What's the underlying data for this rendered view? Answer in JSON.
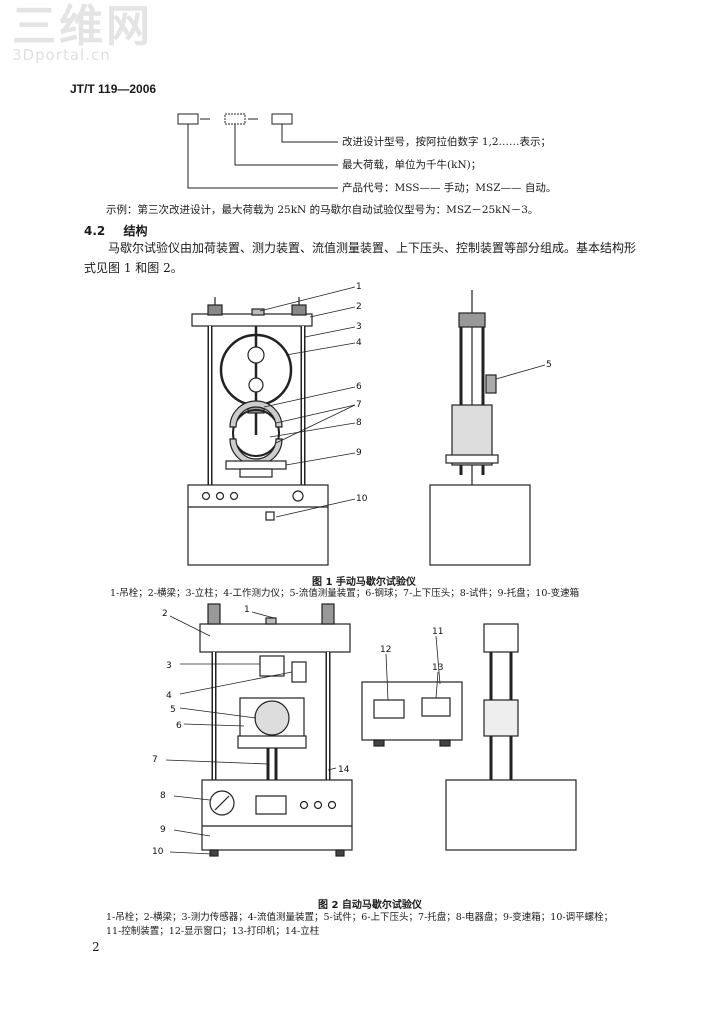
{
  "watermark": {
    "cn": "三维网",
    "en": "3Dportal.cn"
  },
  "header": {
    "standard_code": "JT/T 119—2006"
  },
  "model_code": {
    "note_improvement": "改进设计型号，按阿拉伯数字 1,2……表示；",
    "note_max_load": "最大荷载，单位为千牛(kN)；",
    "note_product": "产品代号：MSS—— 手动；MSZ—— 自动。",
    "example": "示例：第三次改进设计，最大荷载为 25kN 的马歇尔自动试验仪型号为：MSZ－25kN－3。"
  },
  "section": {
    "number": "4.2",
    "title": "结构",
    "para_line1": "马歇尔试验仪由加荷装置、测力装置、流值测量装置、上下压头、控制装置等部分组成。基本结构形",
    "para_line2": "式见图 1 和图 2。"
  },
  "figure1": {
    "caption": "图 1   手动马歇尔试验仪",
    "legend": "1-吊栓；2-横梁；3-立柱；4-工作测力仪；5-流值测量装置；6-钢球；7-上下压头；8-试件；9-托盘；10-变速箱",
    "labels": [
      "1",
      "2",
      "3",
      "4",
      "5",
      "6",
      "7",
      "8",
      "9",
      "10"
    ]
  },
  "figure2": {
    "caption": "图 2   自动马歇尔试验仪",
    "legend_line1": "1-吊栓；2-横梁；3-测力传感器；4-流值测量装置；5-试件；6-上下压头；7-托盘；8-电器盘；9-变速箱；10-调平螺栓；",
    "legend_line2": "11-控制装置；12-显示窗口；13-打印机；14-立柱",
    "labels": [
      "1",
      "2",
      "3",
      "4",
      "5",
      "6",
      "7",
      "8",
      "9",
      "10",
      "11",
      "12",
      "13",
      "14"
    ]
  },
  "footer": {
    "page_number": "2"
  }
}
